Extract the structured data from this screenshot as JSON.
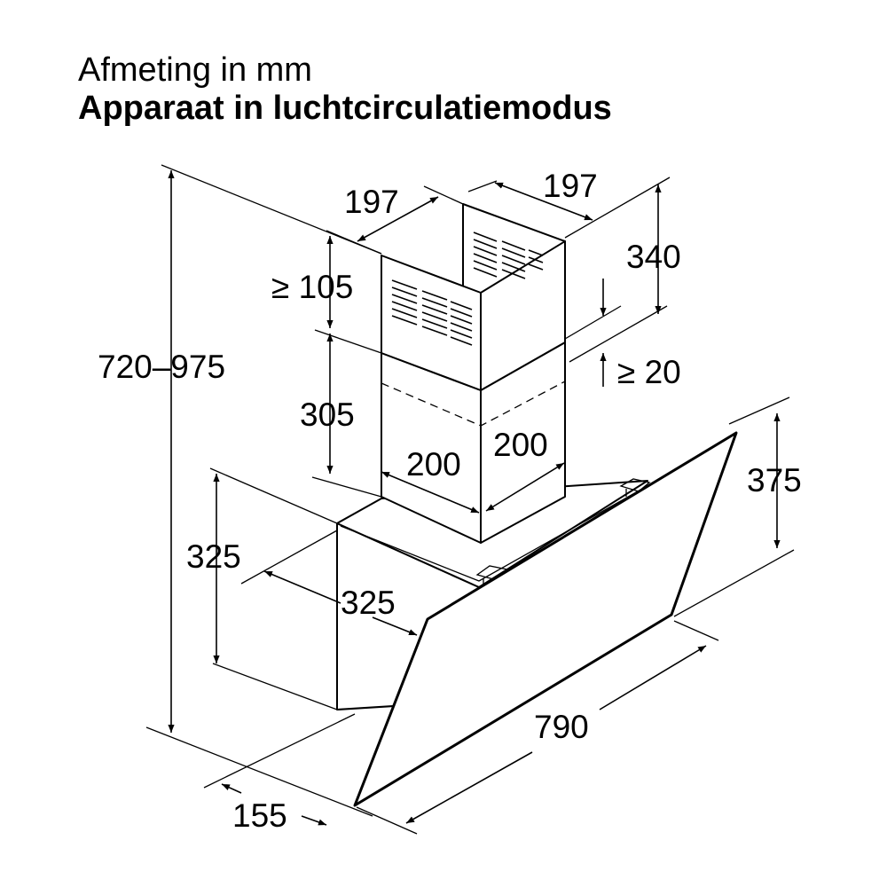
{
  "header": {
    "subtitle": "Afmeting in mm",
    "title": "Apparaat in luchtcirculatiemodus"
  },
  "dimensions": {
    "total_height": "720–975",
    "chimney_depth_left": "197",
    "chimney_width_right": "197",
    "min_upper_gap": "≥ 105",
    "upper_chimney_height": "340",
    "min_gap_20": "≥ 20",
    "lower_chimney_height": "305",
    "chimney_base_depth": "200",
    "chimney_base_width": "200",
    "glass_height": "375",
    "body_height": "325",
    "body_depth": "325",
    "glass_width": "790",
    "bottom_depth": "155"
  }
}
